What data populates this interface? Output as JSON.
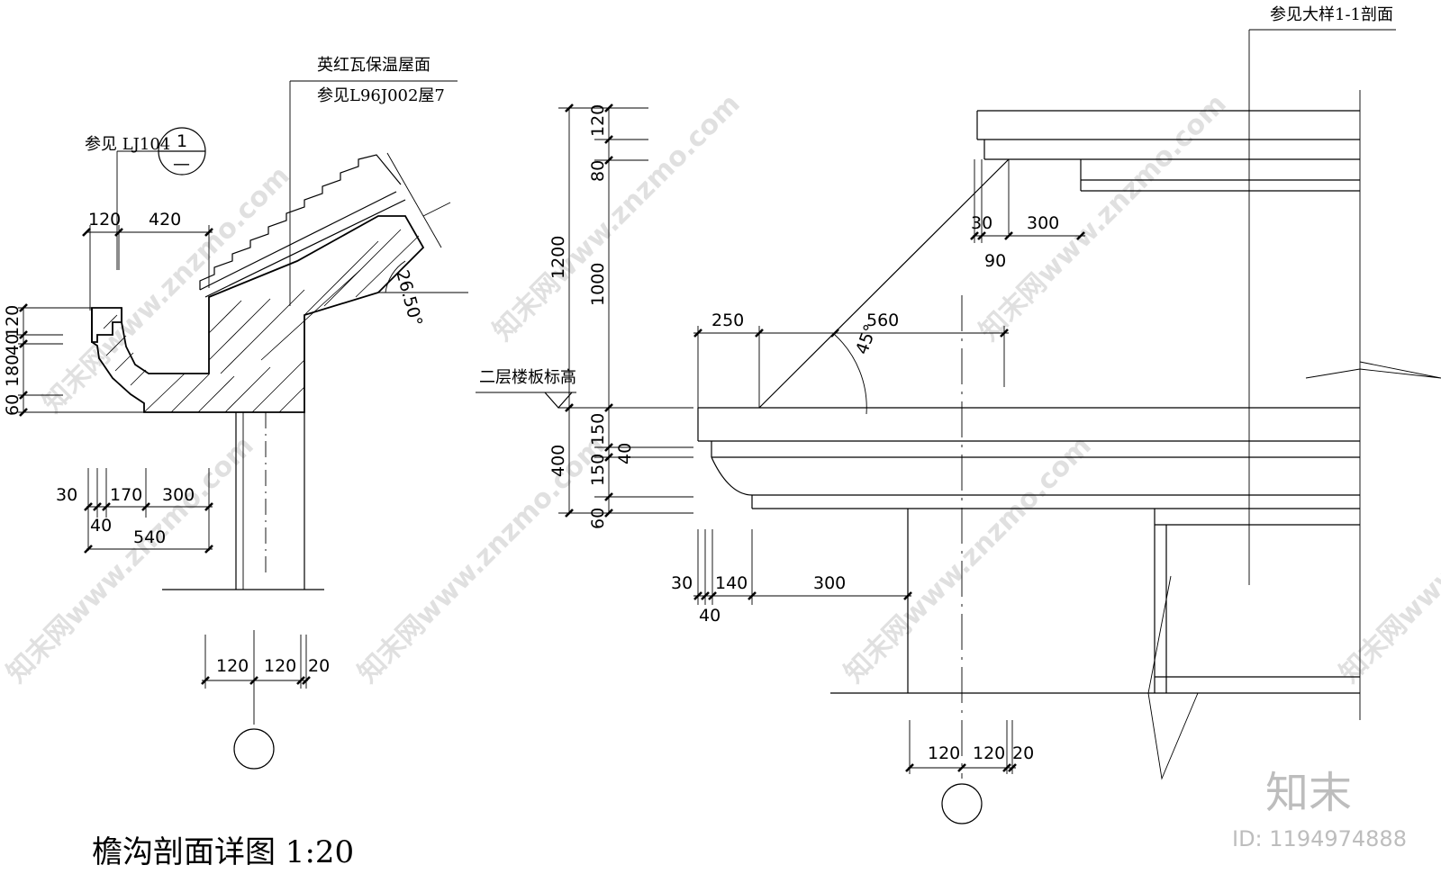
{
  "title": "檐沟剖面详图 1:20",
  "notes": {
    "roof_line1": "英红瓦保温屋面",
    "roof_line2": "参见L96J002屋7",
    "ref_lj": "参见 LJ104",
    "ref_index_top": "1",
    "ref_index_bottom": "—",
    "floor_level": "二层楼板标高",
    "detail_ref": "参见大样1-1剖面"
  },
  "angles": {
    "left_slope": "26.50°",
    "right_bevel": "45°"
  },
  "left_dims": {
    "top_120": "120",
    "top_420": "420",
    "v_120": "120",
    "v_40": "40",
    "v_180": "180",
    "v_60": "60",
    "b_30": "30",
    "b_170": "170",
    "b_300": "300",
    "b_40": "40",
    "b_540": "540",
    "col_120a": "120",
    "col_120b": "120",
    "col_20": "20"
  },
  "mid_dims": {
    "v_120": "120",
    "v_80": "80",
    "v_1200": "1200",
    "v_1000": "1000",
    "v_150a": "150",
    "v_40": "40",
    "v_400": "400",
    "v_150b": "150",
    "v_60": "60"
  },
  "right_dims": {
    "t_30": "30",
    "t_300": "300",
    "t_90": "90",
    "m_250": "250",
    "m_560": "560",
    "b_30": "30",
    "b_140": "140",
    "b_300": "300",
    "b_40": "40",
    "col_120a": "120",
    "col_120b": "120",
    "col_20": "20"
  },
  "watermark": "知末网www.znzmo.com",
  "brand": {
    "name": "知末",
    "id": "ID: 1194974888"
  }
}
